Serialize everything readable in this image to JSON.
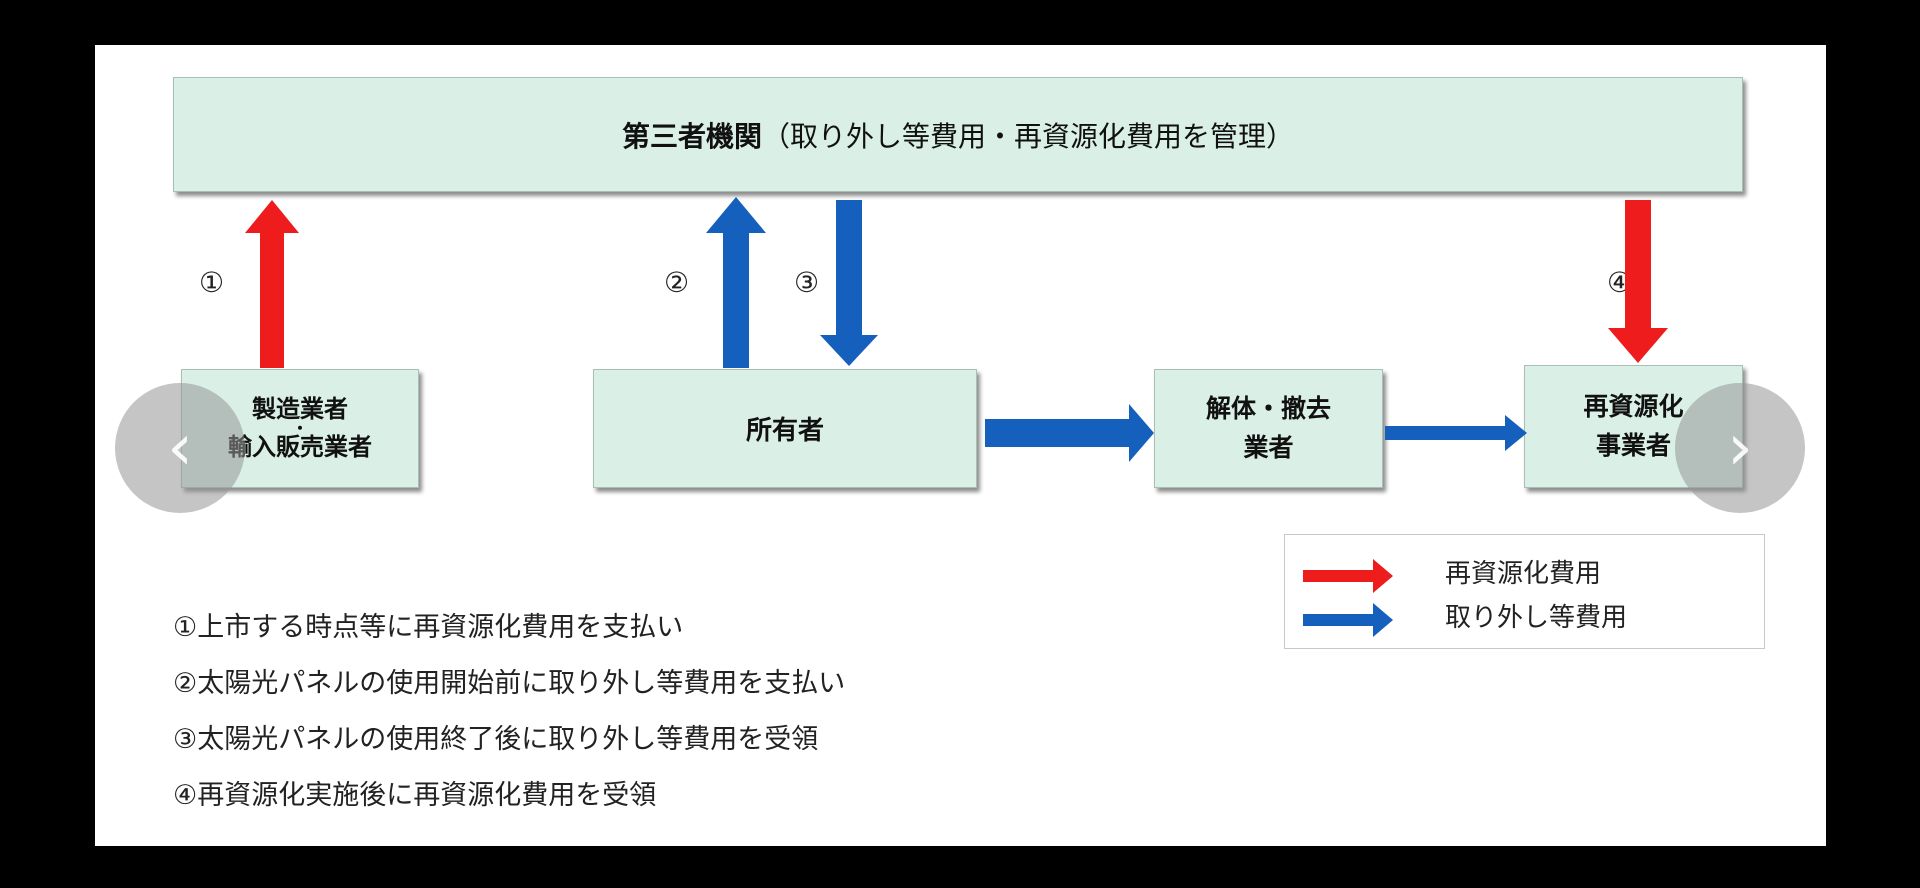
{
  "diagram": {
    "top_box": {
      "title": "第三者機関",
      "paren": "（取り外し等費用・再資源化費用を管理）"
    },
    "maker_box": {
      "line1": "製造業者",
      "dot": "・",
      "line2": "輸入販売業者"
    },
    "owner_box": {
      "label": "所有者"
    },
    "demolition_box": {
      "line1": "解体・撤去",
      "line2": "業者"
    },
    "recycler_box": {
      "line1": "再資源化",
      "line2": "事業者"
    },
    "step_numbers": [
      "①",
      "②",
      "③",
      "④"
    ],
    "colors": {
      "red": "#ee1c1c",
      "blue": "#1560bd"
    }
  },
  "legend": {
    "items": [
      {
        "label": "再資源化費用",
        "color": "#ee1c1c"
      },
      {
        "label": "取り外し等費用",
        "color": "#1560bd"
      }
    ]
  },
  "notes": [
    "①上市する時点等に再資源化費用を支払い",
    "②太陽光パネルの使用開始前に取り外し等費用を支払い",
    "③太陽光パネルの使用終了後に取り外し等費用を受領",
    "④再資源化実施後に再資源化費用を受領"
  ],
  "nav": {
    "prev_icon": "chevron-left-icon",
    "next_icon": "chevron-right-icon",
    "prev_glyph": "‹",
    "next_glyph": "›"
  }
}
